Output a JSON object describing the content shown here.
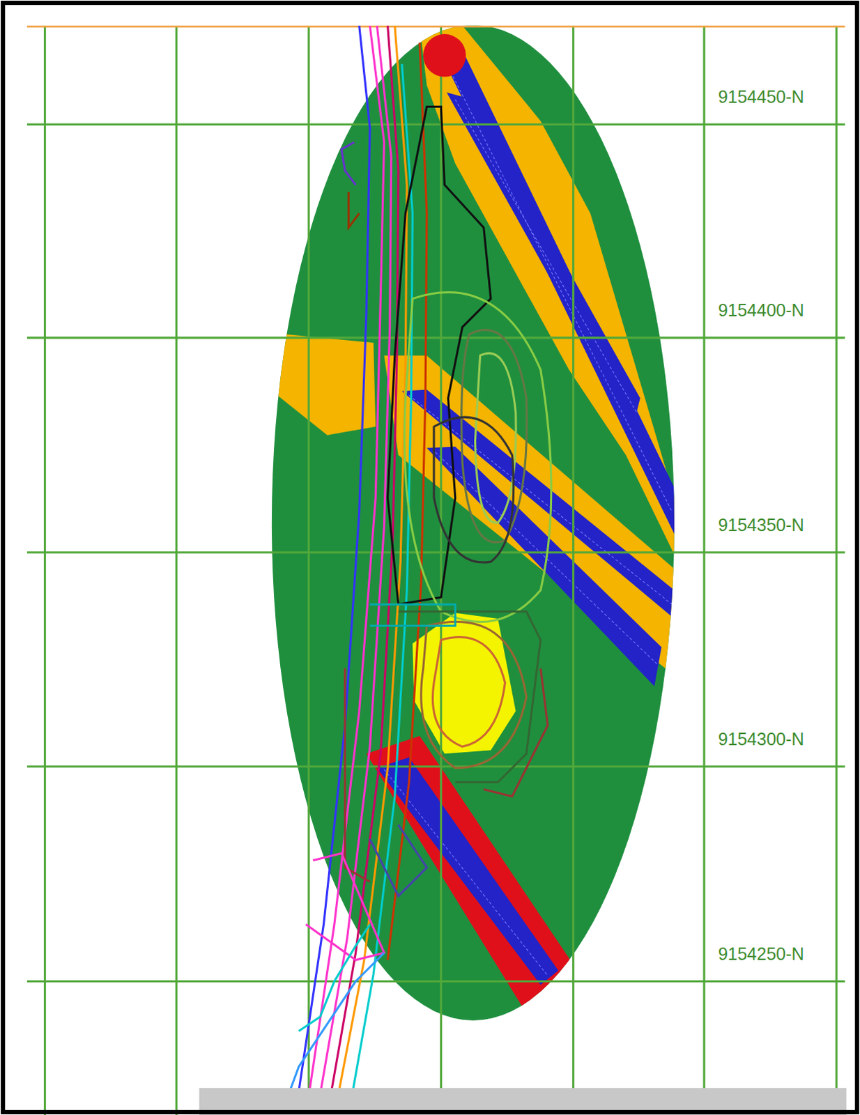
{
  "diagram": {
    "labels": [
      "9154450-N",
      "9154400-N",
      "9154350-N",
      "9154300-N",
      "9154250-N"
    ]
  }
}
